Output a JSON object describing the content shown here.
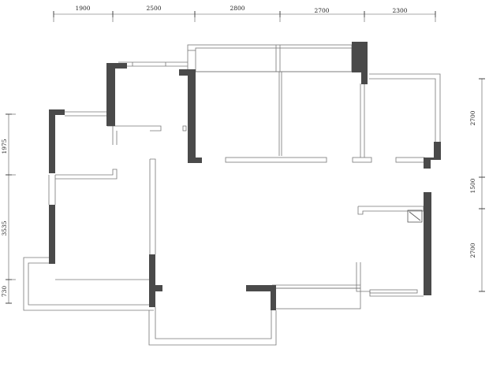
{
  "plan": {
    "top_dimensions": [
      "1900",
      "2500",
      "2800",
      "2700",
      "2300"
    ],
    "left_dimensions": [
      "1975",
      "3535",
      "730"
    ],
    "right_dimensions": [
      "2700",
      "1500",
      "2700"
    ]
  },
  "colors": {
    "wall_fill": "#4a4a4a",
    "outline": "#777777",
    "dimension_text": "#222222",
    "background": "#ffffff"
  }
}
